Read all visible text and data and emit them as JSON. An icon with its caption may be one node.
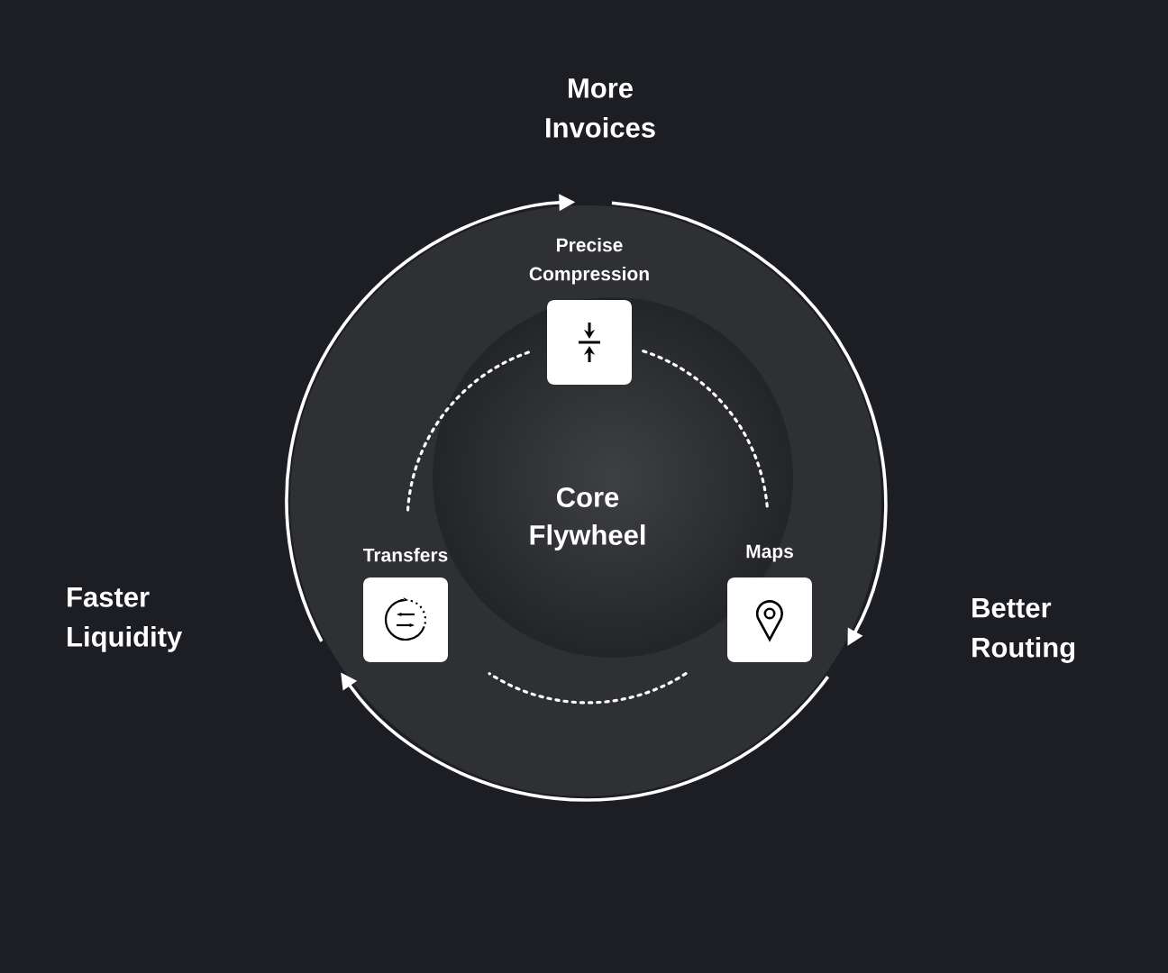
{
  "diagram": {
    "nodes": [
      {
        "text": [
          "Precise Compression"
        ]
      },
      {
        "text": [
          "Core Flywheel"
        ]
      },
      {
        "text": [
          "Transfers"
        ]
      },
      {
        "text": [
          "Maps"
        ]
      }
    ],
    "edges": [
      {
        "from": 0,
        "to": 3,
        "arrow": "none",
        "style": "dashed"
      },
      {
        "from": 3,
        "to": 2,
        "arrow": "none",
        "style": "dashed"
      },
      {
        "from": 2,
        "to": 0,
        "arrow": "none",
        "style": "dashed"
      }
    ],
    "labels": [
      "More Invoices",
      "Faster Liquidity",
      "Better Routing"
    ]
  }
}
